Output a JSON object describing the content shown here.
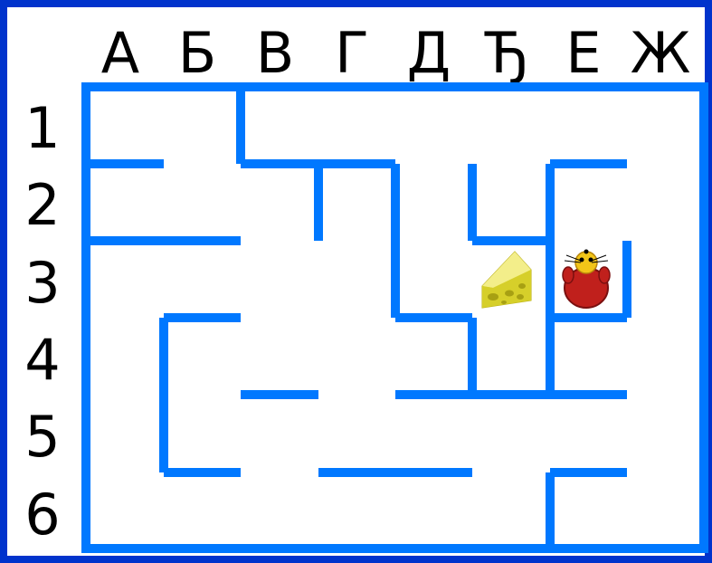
{
  "columns": [
    "А",
    "Б",
    "В",
    "Г",
    "Д",
    "Ђ",
    "Е",
    "Ж"
  ],
  "rows": [
    "1",
    "2",
    "3",
    "4",
    "5",
    "6"
  ],
  "colors": {
    "frame": "#0033cc",
    "wall": "#0078ff",
    "background": "#ffffff"
  },
  "pieces": {
    "cheese": {
      "icon": "cheese-icon",
      "cell": "Ђ3"
    },
    "mouse": {
      "icon": "mouse-icon",
      "cell": "Е3"
    }
  }
}
